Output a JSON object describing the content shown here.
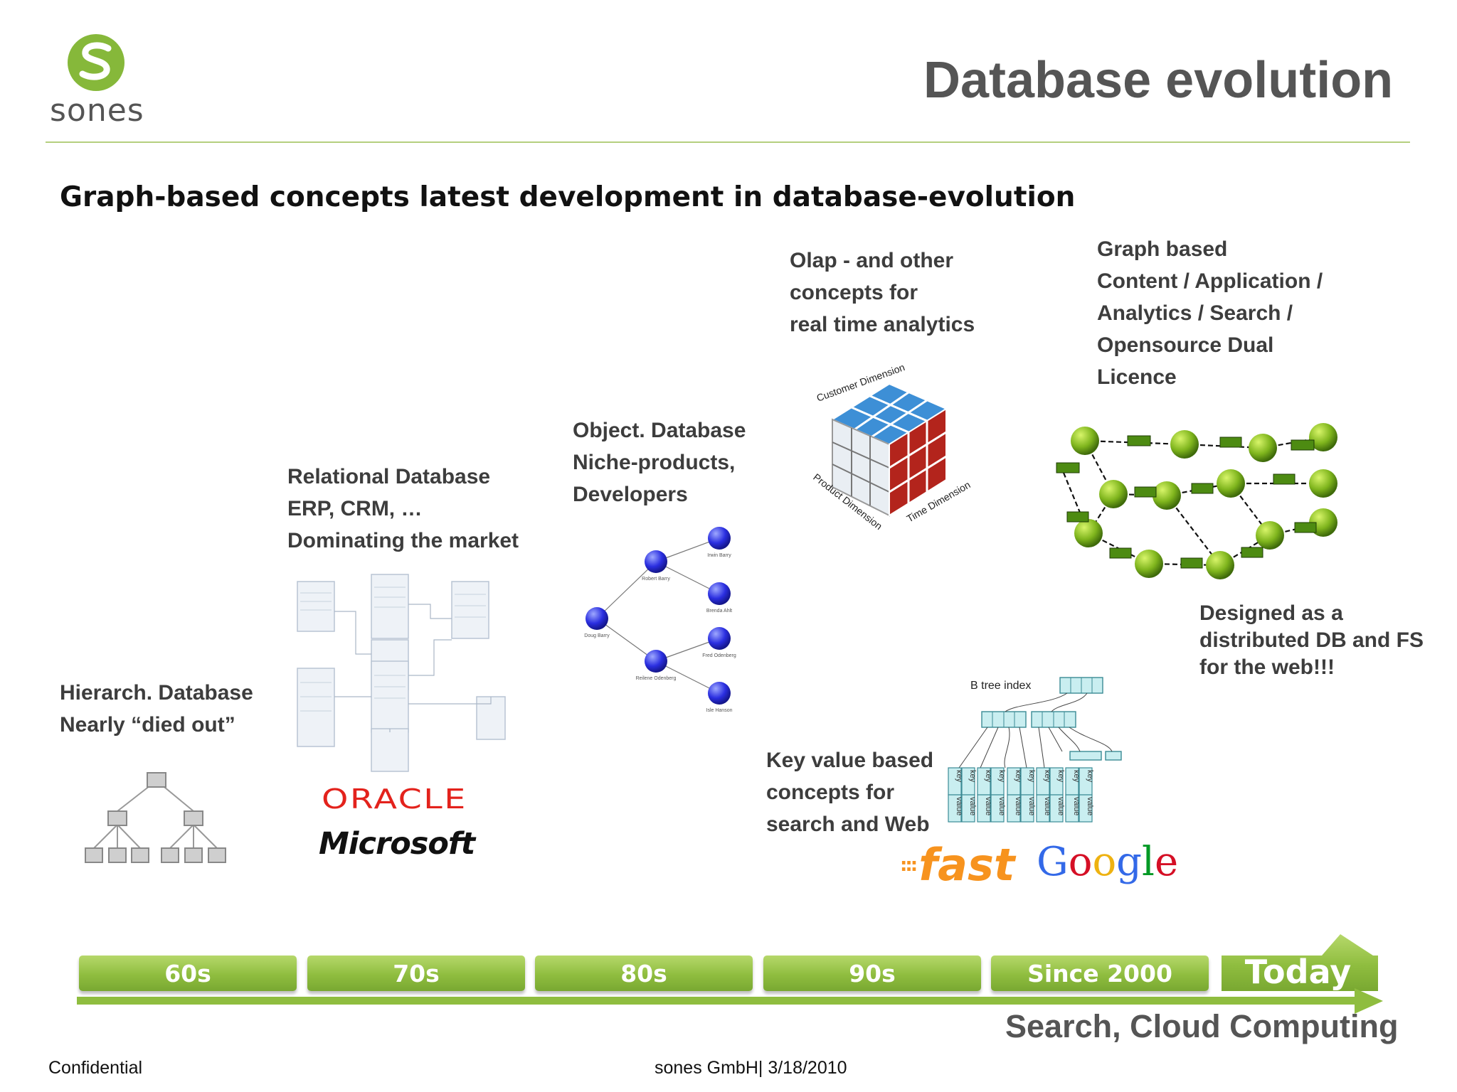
{
  "brand": {
    "name": "sones",
    "color": "#86b83a"
  },
  "header": {
    "title": "Database evolution"
  },
  "subtitle": "Graph-based concepts latest development in database-evolution",
  "blocks": {
    "hierarch": [
      "Hierarch. Database",
      "Nearly “died out”"
    ],
    "relational": [
      "Relational Database",
      "ERP, CRM, …",
      "Dominating the market"
    ],
    "object": [
      "Object. Database",
      "Niche-products,",
      "Developers"
    ],
    "olap": [
      "Olap - and other",
      "concepts for",
      "real time analytics"
    ],
    "graph": [
      "Graph based",
      "Content / Application /",
      "Analytics / Search /",
      "Opensource Dual",
      "Licence"
    ],
    "designed": [
      "Designed as a",
      "distributed DB and FS",
      "for the web!!!"
    ],
    "keyvalue": [
      "Key value based",
      "concepts for",
      "search and Web"
    ]
  },
  "logos": {
    "oracle": "ORACLE",
    "microsoft": "Microsoft",
    "fast": "fast",
    "google": "Google"
  },
  "cube_labels": {
    "customer": "Customer Dimension",
    "product": "Product Dimension",
    "time": "Time Dimension"
  },
  "btree": {
    "title": "B tree index",
    "key": "key",
    "value": "value"
  },
  "object_graph": {
    "nodes": [
      "Irwin Barry",
      "Robert Barry",
      "Brenda Ahlt",
      "Doug Barry",
      "Fred Odenberg",
      "Reilene Odenberg",
      "Isle Hanson"
    ]
  },
  "timeline": {
    "eras": [
      "60s",
      "70s",
      "80s",
      "90s",
      "Since 2000",
      "Today"
    ],
    "caption": "Search, Cloud Computing",
    "color": "#8fbd3f"
  },
  "footer": {
    "left": "Confidential",
    "center": "sones GmbH| 3/18/2010"
  }
}
